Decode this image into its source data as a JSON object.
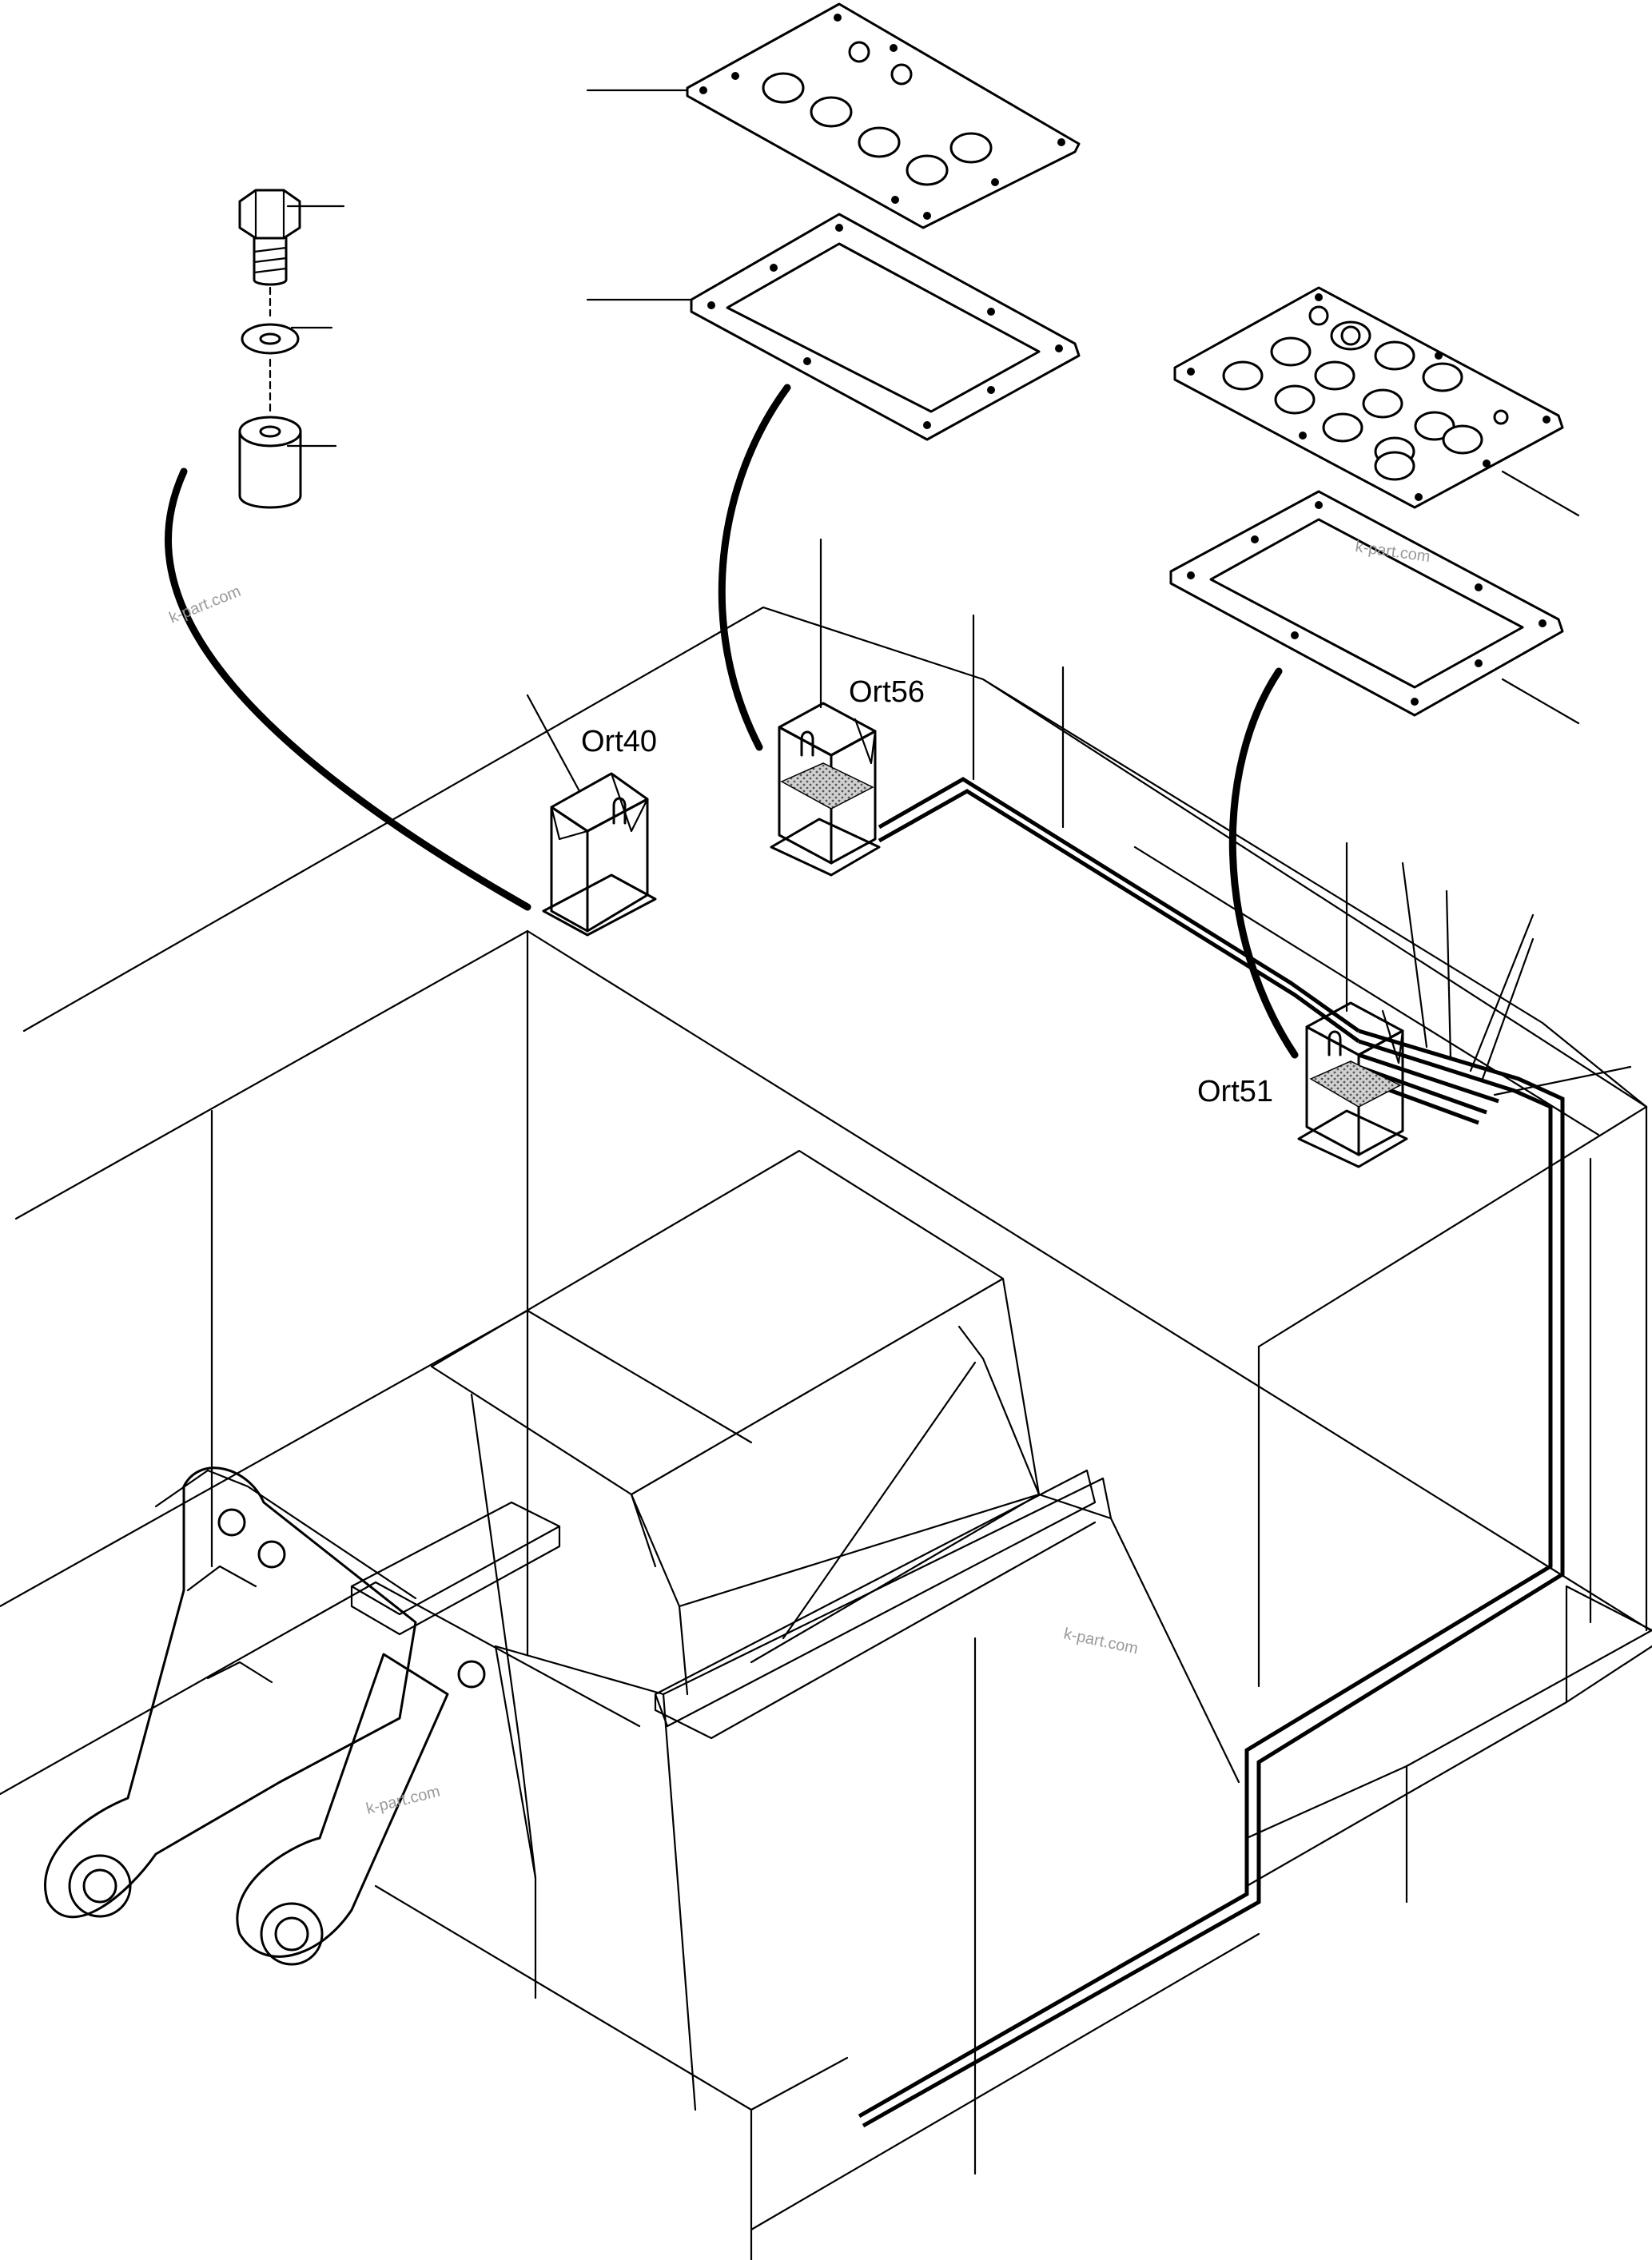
{
  "diagram": {
    "labels": {
      "ort40": "Ort40",
      "ort56": "Ort56",
      "ort51": "Ort51"
    },
    "watermark": "k-part.com"
  }
}
